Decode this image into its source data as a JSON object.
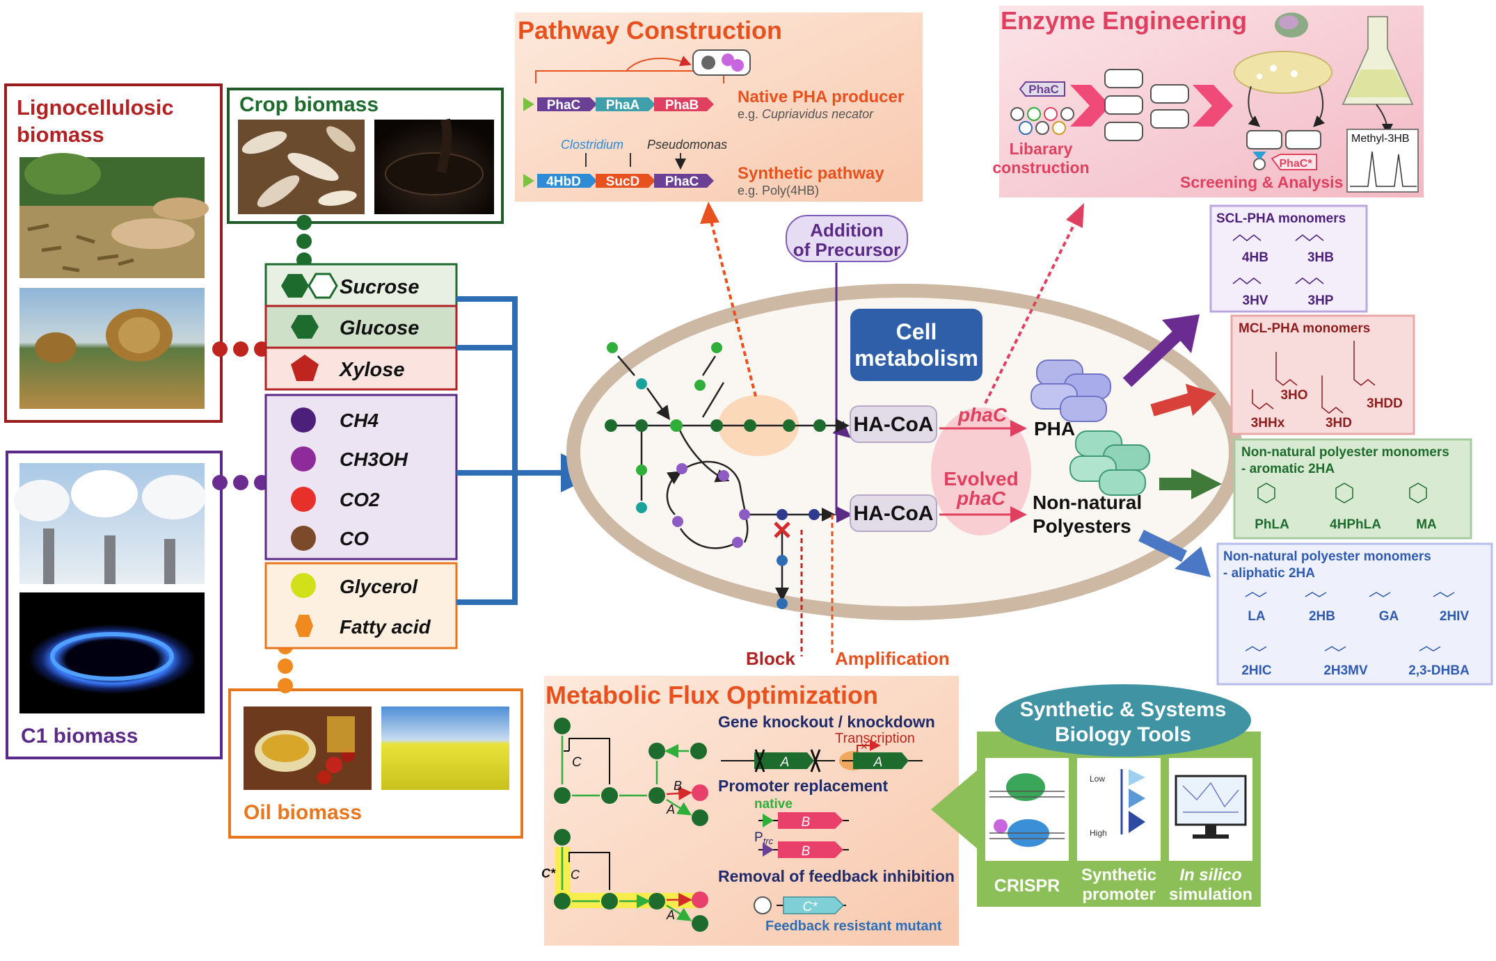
{
  "biomass": {
    "lignocellulosic": "Lignocellulosic biomass",
    "crop": "Crop biomass",
    "c1": "C1 biomass",
    "oil": "Oil biomass"
  },
  "substrates": [
    "Sucrose",
    "Glucose",
    "Xylose",
    "CH4",
    "CH3OH",
    "CO2",
    "CO",
    "Glycerol",
    "Fatty acid"
  ],
  "colors": {
    "lignocellulosic": "#b22222",
    "crop": "#1e6b2e",
    "c1": "#6a2c91",
    "oil": "#e8761e",
    "arrow_blue": "#2e6db4",
    "pathway_title": "#e8501e",
    "cell_title_bg": "#2f5fa8"
  },
  "pathway": {
    "title": "Pathway Construction",
    "native_genes": [
      "PhaC",
      "PhaA",
      "PhaB"
    ],
    "native_label": "Native PHA producer",
    "native_example_prefix": "e.g. ",
    "native_example_species": "Cupriavidus necator",
    "clostridium": "Clostridium",
    "pseudomonas": "Pseudomonas",
    "synthetic_genes": [
      "4HbD",
      "SucD",
      "PhaC"
    ],
    "synthetic_label": "Synthetic pathway",
    "synthetic_example": "e.g. Poly(4HB)"
  },
  "enzyme": {
    "title": "Enzyme Engineering",
    "phac": "PhaC",
    "library_line1": "Libarary",
    "library_line2": "construction",
    "screening": "Screening & Analysis",
    "phac_star": "PhaC*",
    "methyl": "Methyl-3HB"
  },
  "cell": {
    "title_line1": "Cell",
    "title_line2": "metabolism",
    "precursor_line1": "Addition",
    "precursor_line2": "of Precursor",
    "hacoa": "HA-CoA",
    "phac": "phaC",
    "evolved": "Evolved",
    "pha": "PHA",
    "nonnatural_line1": "Non-natural",
    "nonnatural_line2": "Polyesters",
    "block": "Block",
    "amplification": "Amplification"
  },
  "monomers": {
    "scl": {
      "title": "SCL-PHA monomers",
      "items": [
        "4HB",
        "3HB",
        "3HV",
        "3HP"
      ]
    },
    "mcl": {
      "title": "MCL-PHA monomers",
      "items": [
        "3HO",
        "3HDD",
        "3HHx",
        "3HD"
      ]
    },
    "aromatic": {
      "title_line1": "Non-natural polyester monomers",
      "title_line2": "- aromatic 2HA",
      "items": [
        "PhLA",
        "4HPhLA",
        "MA"
      ]
    },
    "aliphatic": {
      "title_line1": "Non-natural polyester monomers",
      "title_line2": "- aliphatic 2HA",
      "items": [
        "LA",
        "2HB",
        "GA",
        "2HIV",
        "2HIC",
        "2H3MV",
        "2,3-DHBA"
      ]
    }
  },
  "flux": {
    "title": "Metabolic Flux Optimization",
    "knockout": "Gene knockout / knockdown",
    "transcription": "Transcription",
    "promoter": "Promoter replacement",
    "native": "native",
    "ptrc": "trc",
    "feedback": "Removal of feedback inhibition",
    "mutant": "Feedback resistant mutant",
    "gene_a": "A",
    "gene_b": "B",
    "gene_c": "C",
    "gene_cstar": "C*"
  },
  "tools": {
    "title_line1": "Synthetic & Systems",
    "title_line2": "Biology Tools",
    "crispr": "CRISPR",
    "synthetic_line1": "Synthetic",
    "synthetic_line2": "promoter",
    "insilico_line1": "In silico",
    "insilico_line2": "simulation",
    "low": "Low",
    "high": "High"
  }
}
